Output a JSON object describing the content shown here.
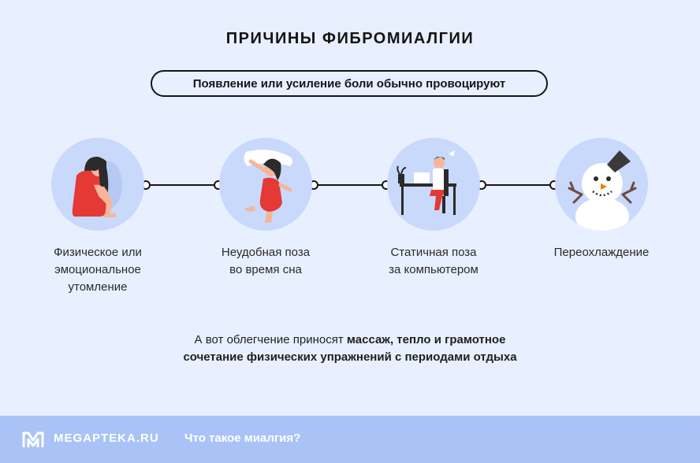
{
  "title": "ПРИЧИНЫ ФИБРОМИАЛГИИ",
  "subtitle": "Появление или усиление боли обычно провоцируют",
  "causes": [
    {
      "line1": "Физическое или",
      "line2": "эмоциональное",
      "line3": "утомление",
      "icon": "tired-woman-icon"
    },
    {
      "line1": "Неудобная поза",
      "line2": "во время сна",
      "line3": "",
      "icon": "sleeping-woman-icon"
    },
    {
      "line1": "Статичная поза",
      "line2": "за компьютером",
      "line3": "",
      "icon": "computer-worker-icon"
    },
    {
      "line1": "Переохлаждение",
      "line2": "",
      "line3": "",
      "icon": "snowman-icon"
    }
  ],
  "relief": {
    "prefix": "А вот облегчение приносят ",
    "bold1": "массаж, тепло и грамотное",
    "bold2": "сочетание физических упражнений с периодами отдыха"
  },
  "footer": {
    "logo": "MEGAPTEKA.RU",
    "link": "Что такое миалгия?"
  },
  "colors": {
    "background": "#e8efff",
    "circle": "#c9d9fb",
    "accent_red": "#e53935",
    "footer": "#a9c3f6"
  }
}
